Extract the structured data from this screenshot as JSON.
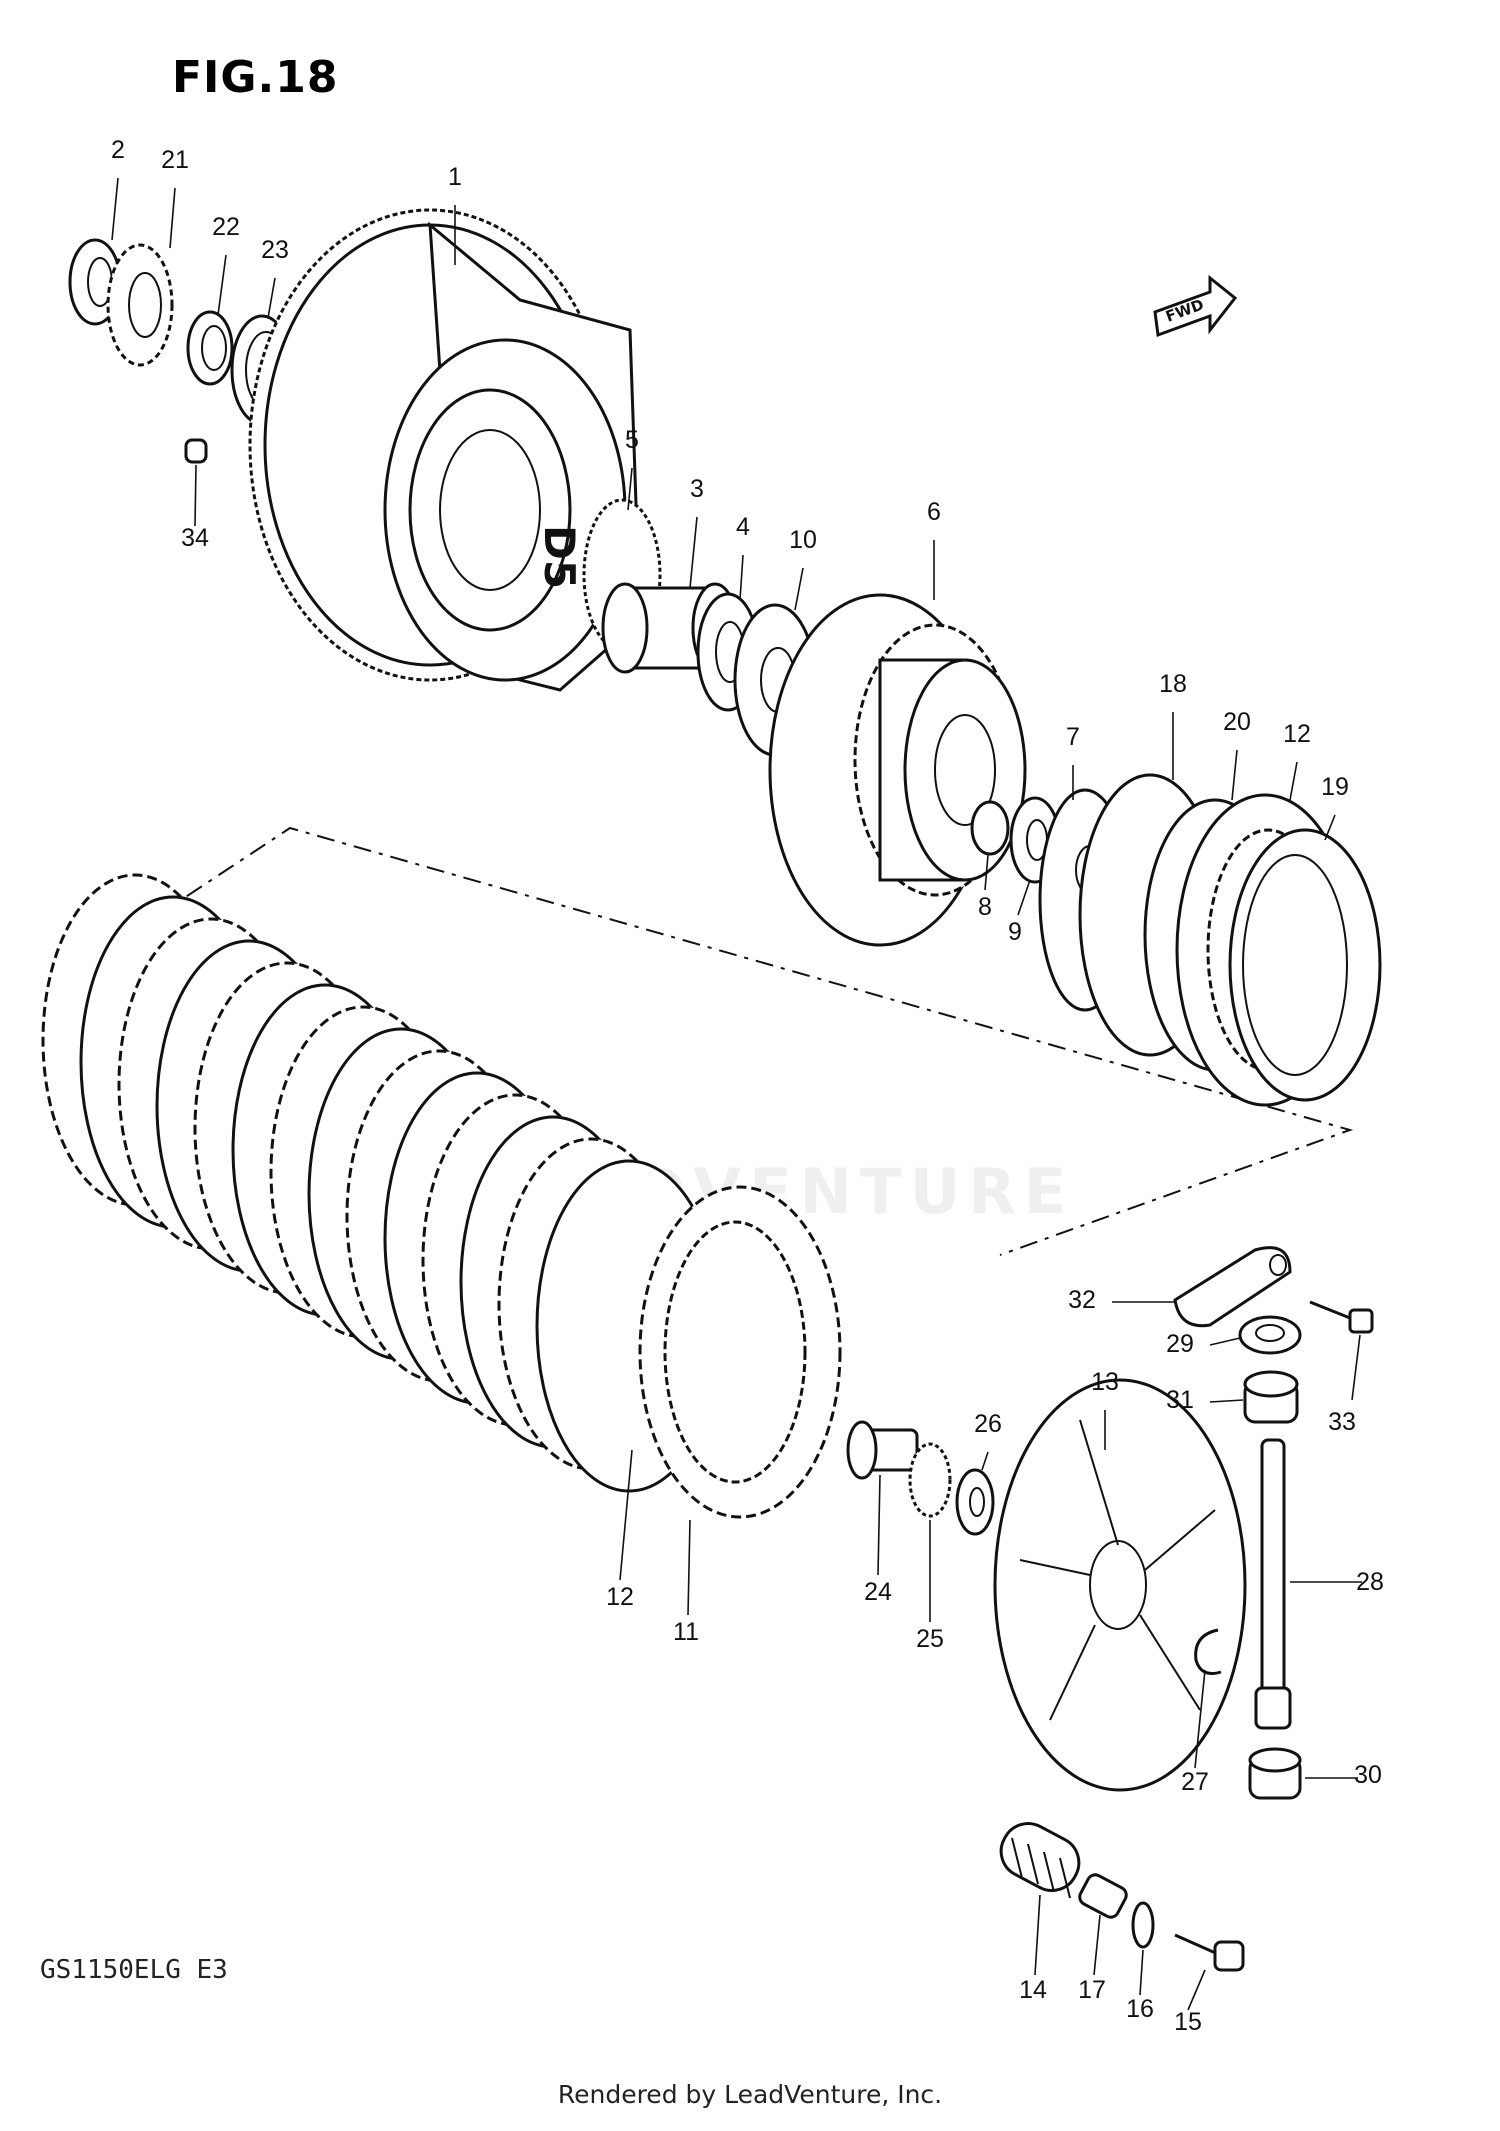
{
  "figure_title": "FIG.18",
  "model_code": "GS1150ELG E3",
  "footer": "Rendered by LeadVenture, Inc.",
  "watermark": "LEADVENTURE",
  "fwd_label": "FWD",
  "callouts": [
    "1",
    "2",
    "3",
    "4",
    "5",
    "6",
    "7",
    "8",
    "9",
    "10",
    "11",
    "12",
    "12",
    "13",
    "14",
    "15",
    "16",
    "17",
    "18",
    "19",
    "20",
    "21",
    "22",
    "23",
    "24",
    "25",
    "26",
    "27",
    "28",
    "29",
    "30",
    "31",
    "32",
    "33",
    "34"
  ]
}
